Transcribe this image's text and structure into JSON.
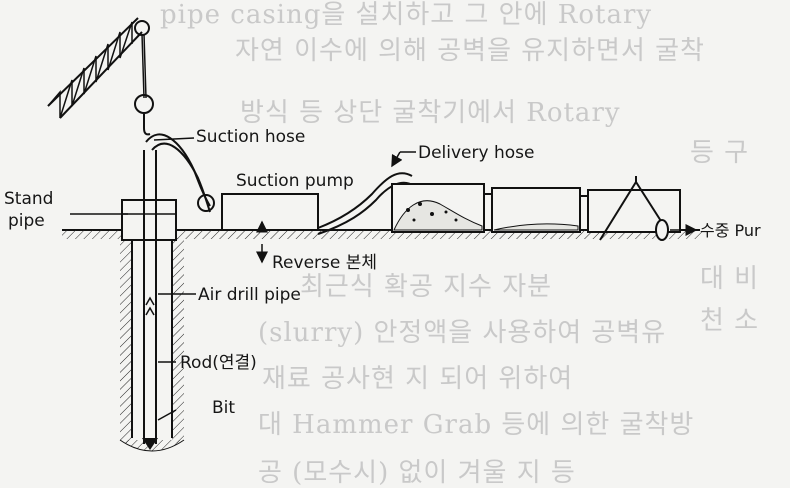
{
  "labels": {
    "suction_hose": "Suction hose",
    "delivery_hose": "Delivery hose",
    "suction_pump": "Suction pump",
    "stand": "Stand",
    "pipe": "pipe",
    "reverse": "Reverse 본체",
    "air_drill_pipe": "Air drill pipe",
    "rod": "Rod(연결)",
    "bit": "Bit",
    "water_pump": "수중 Pur"
  },
  "background_text": [
    "pipe casing을 설치하고 그 안에 Rotary",
    "자연 이수에 의해 공벽을 유지하면서 굴착",
    "방식 등 상단 굴착기에서 Rotary",
    "등 구",
    "대 비",
    "천 소",
    "최근식 확공 지수 자분",
    "(slurry) 안정액을 사용하여 공벽유",
    "재료 공사현 지 되어 위하여",
    "대 Hammer Grab 등에 의한 굴착방",
    "공 (모수시) 없이 겨울 지 등"
  ]
}
